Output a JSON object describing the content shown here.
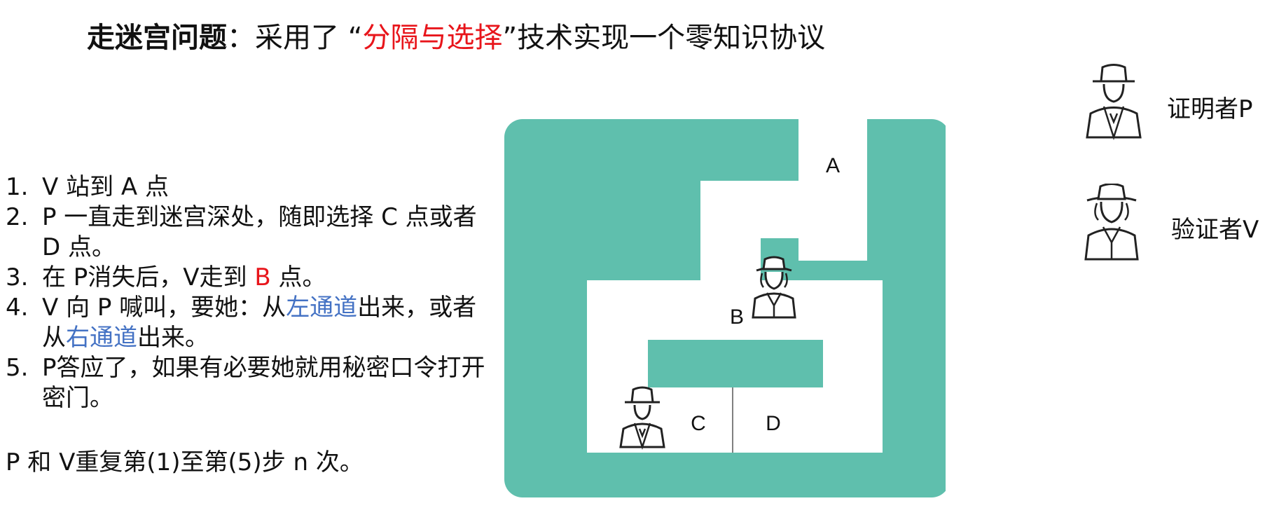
{
  "title": {
    "bold": "走迷宫问题",
    "colon": "：采用了 ",
    "quote_open": "“",
    "highlight": "分隔与选择",
    "quote_close": "”",
    "rest": "技术实现一个零知识协议"
  },
  "steps": [
    {
      "num": "1.",
      "parts": [
        {
          "text": "V 站到 A 点"
        }
      ]
    },
    {
      "num": "2.",
      "parts": [
        {
          "text": "P 一直走到迷宫深处，随即选择 C 点或者 D 点。"
        }
      ]
    },
    {
      "num": "3.",
      "parts": [
        {
          "text": "在 P消失后，V走到 "
        },
        {
          "text": "B",
          "color": "red"
        },
        {
          "text": " 点。"
        }
      ]
    },
    {
      "num": "4.",
      "parts": [
        {
          "text": "V 向 P 喊叫，要她：从"
        },
        {
          "text": "左通道",
          "color": "blue"
        },
        {
          "text": "出来，或者从"
        },
        {
          "text": "右通道",
          "color": "blue"
        },
        {
          "text": "出来。"
        }
      ]
    },
    {
      "num": "5.",
      "parts": [
        {
          "text": "P答应了，如果有必要她就用秘密口令打开密门。"
        }
      ]
    }
  ],
  "repeat_text": "P 和 V重复第(1)至第(5)步 n 次。",
  "maze_labels": {
    "a": "A",
    "b": "B",
    "c": "C",
    "d": "D"
  },
  "legend": {
    "prover": "证明者P",
    "verifier": "验证者V"
  },
  "colors": {
    "maze": "#5fbfad",
    "red": "#e8151b",
    "blue": "#4472c4"
  }
}
